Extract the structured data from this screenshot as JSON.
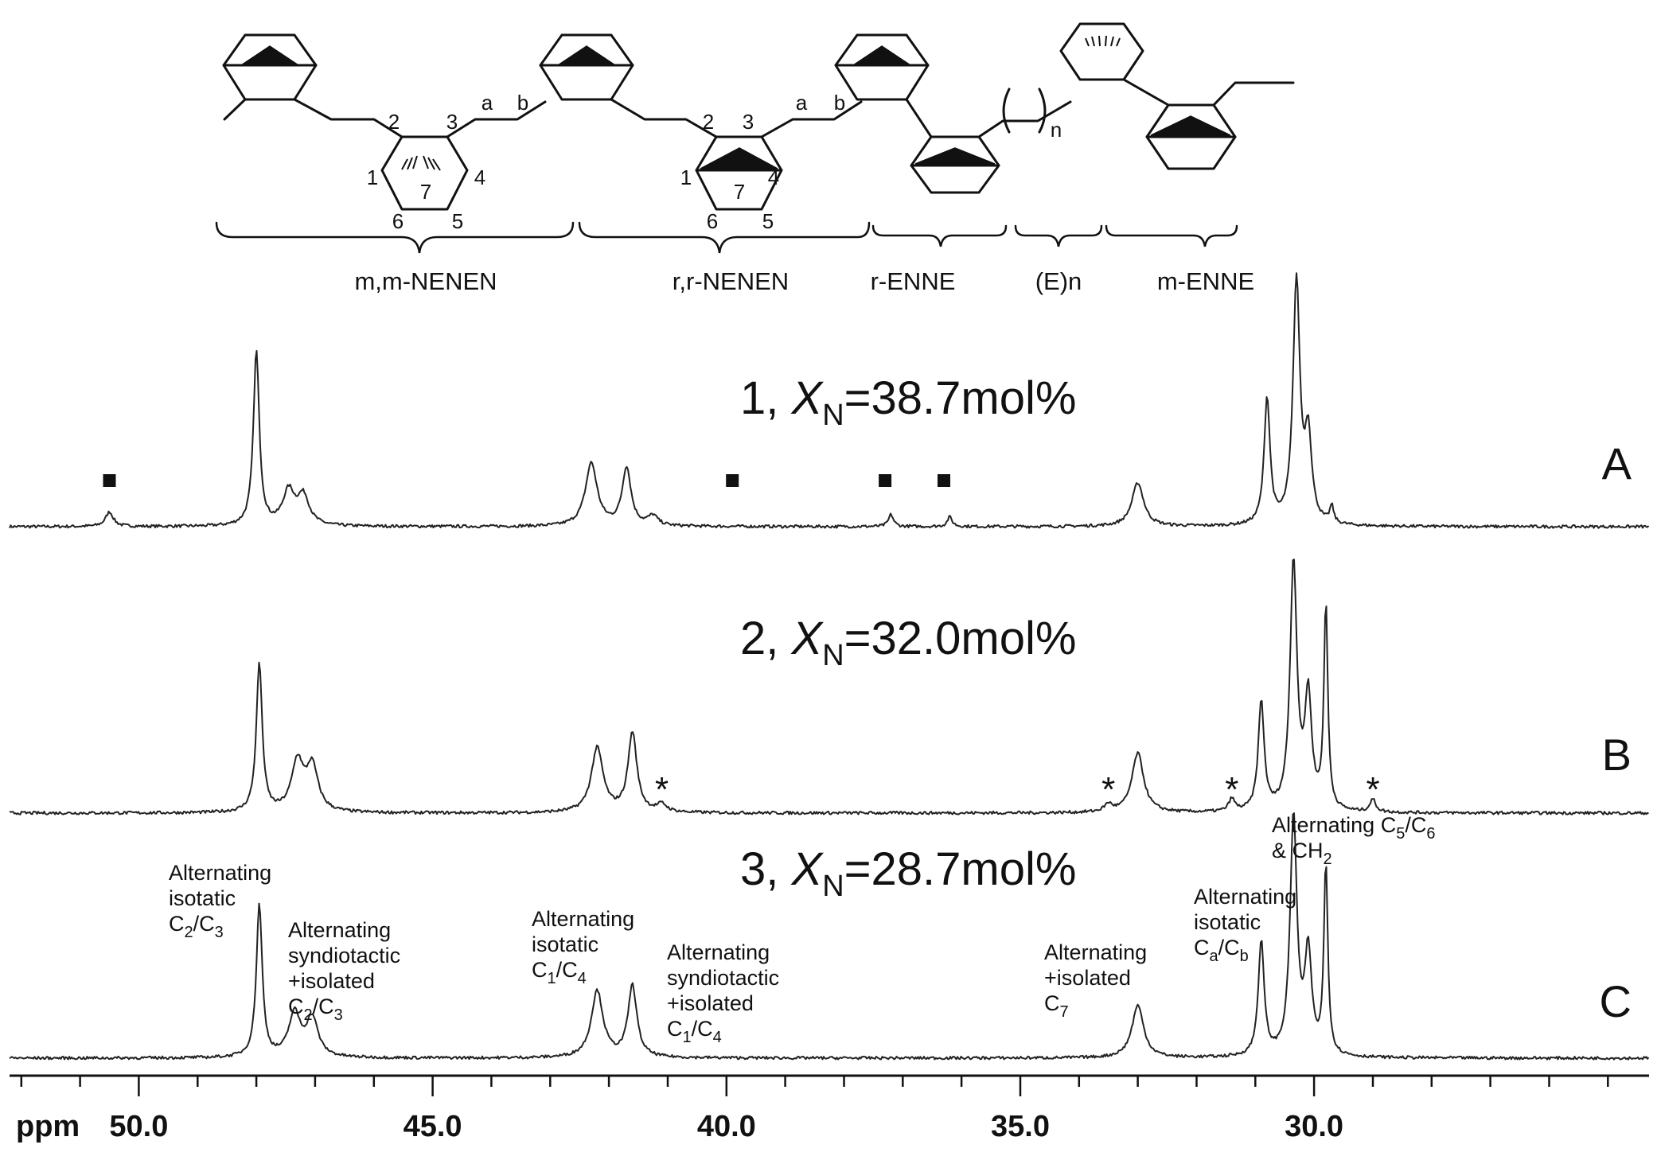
{
  "chart_data": {
    "type": "line",
    "x_axis": {
      "label": "ppm",
      "direction": "reversed",
      "range": [
        52.2,
        24.3
      ],
      "ticks": [
        50.0,
        45.0,
        40.0,
        35.0,
        30.0
      ],
      "tick_labels": [
        "50.0",
        "45.0",
        "40.0",
        "35.0",
        "30.0"
      ],
      "minor_step": 1.0
    },
    "grid": false,
    "legend": "none",
    "structure": {
      "segments": [
        "m,m-NENEN",
        "r,r-NENEN",
        "r-ENNE",
        "(E)n",
        "m-ENNE"
      ],
      "carbon_numbers": [
        "1",
        "2",
        "3",
        "4",
        "5",
        "6",
        "7"
      ],
      "bridge_labels": [
        "a",
        "b"
      ],
      "repeat_label": "n"
    },
    "series": [
      {
        "name": "A",
        "sample": "1",
        "variable": "X",
        "subscript": "N",
        "value_text": "=38.7mol%",
        "peaks": [
          {
            "ppm": 50.5,
            "height": 0.06,
            "width": 0.08
          },
          {
            "ppm": 48.0,
            "height": 0.72,
            "width": 0.06
          },
          {
            "ppm": 47.45,
            "height": 0.14,
            "width": 0.12
          },
          {
            "ppm": 47.2,
            "height": 0.12,
            "width": 0.12
          },
          {
            "ppm": 42.3,
            "height": 0.26,
            "width": 0.12
          },
          {
            "ppm": 41.7,
            "height": 0.24,
            "width": 0.09
          },
          {
            "ppm": 41.25,
            "height": 0.04,
            "width": 0.1
          },
          {
            "ppm": 37.2,
            "height": 0.05,
            "width": 0.05
          },
          {
            "ppm": 36.2,
            "height": 0.04,
            "width": 0.05
          },
          {
            "ppm": 33.0,
            "height": 0.18,
            "width": 0.12
          },
          {
            "ppm": 30.8,
            "height": 0.52,
            "width": 0.06
          },
          {
            "ppm": 30.3,
            "height": 1.0,
            "width": 0.07
          },
          {
            "ppm": 30.1,
            "height": 0.35,
            "width": 0.07
          },
          {
            "ppm": 29.7,
            "height": 0.07,
            "width": 0.04
          }
        ],
        "markers": [
          {
            "ppm": 50.5,
            "symbol": "square"
          },
          {
            "ppm": 39.9,
            "symbol": "square"
          },
          {
            "ppm": 37.3,
            "symbol": "square"
          },
          {
            "ppm": 36.3,
            "symbol": "square"
          }
        ]
      },
      {
        "name": "B",
        "sample": "2",
        "variable": "X",
        "subscript": "N",
        "value_text": "=32.0mol%",
        "peaks": [
          {
            "ppm": 47.95,
            "height": 0.6,
            "width": 0.06
          },
          {
            "ppm": 47.3,
            "height": 0.2,
            "width": 0.12
          },
          {
            "ppm": 47.05,
            "height": 0.18,
            "width": 0.12
          },
          {
            "ppm": 42.2,
            "height": 0.26,
            "width": 0.12
          },
          {
            "ppm": 41.6,
            "height": 0.32,
            "width": 0.09
          },
          {
            "ppm": 41.1,
            "height": 0.03,
            "width": 0.1
          },
          {
            "ppm": 33.5,
            "height": 0.03,
            "width": 0.08
          },
          {
            "ppm": 33.0,
            "height": 0.24,
            "width": 0.12
          },
          {
            "ppm": 31.4,
            "height": 0.05,
            "width": 0.06
          },
          {
            "ppm": 30.9,
            "height": 0.44,
            "width": 0.06
          },
          {
            "ppm": 30.35,
            "height": 1.0,
            "width": 0.07
          },
          {
            "ppm": 30.1,
            "height": 0.45,
            "width": 0.07
          },
          {
            "ppm": 29.8,
            "height": 0.82,
            "width": 0.04
          },
          {
            "ppm": 29.0,
            "height": 0.05,
            "width": 0.06
          }
        ],
        "markers": [
          {
            "ppm": 41.1,
            "symbol": "asterisk"
          },
          {
            "ppm": 33.5,
            "symbol": "asterisk"
          },
          {
            "ppm": 31.4,
            "symbol": "asterisk"
          },
          {
            "ppm": 29.0,
            "symbol": "asterisk"
          }
        ]
      },
      {
        "name": "C",
        "sample": "3",
        "variable": "X",
        "subscript": "N",
        "value_text": "=28.7mol%",
        "peaks": [
          {
            "ppm": 47.95,
            "height": 0.64,
            "width": 0.06
          },
          {
            "ppm": 47.35,
            "height": 0.18,
            "width": 0.12
          },
          {
            "ppm": 47.05,
            "height": 0.16,
            "width": 0.12
          },
          {
            "ppm": 42.2,
            "height": 0.28,
            "width": 0.12
          },
          {
            "ppm": 41.6,
            "height": 0.3,
            "width": 0.09
          },
          {
            "ppm": 33.0,
            "height": 0.22,
            "width": 0.12
          },
          {
            "ppm": 30.9,
            "height": 0.48,
            "width": 0.06
          },
          {
            "ppm": 30.35,
            "height": 1.0,
            "width": 0.07
          },
          {
            "ppm": 30.1,
            "height": 0.42,
            "width": 0.07
          },
          {
            "ppm": 29.8,
            "height": 0.8,
            "width": 0.04
          }
        ],
        "markers": []
      }
    ],
    "annotations": [
      {
        "ppm": 47.95,
        "lines": [
          "Alternating",
          "isotatic",
          "C2/C3"
        ],
        "subscripts": [
          "2",
          "3"
        ]
      },
      {
        "ppm": 47.2,
        "lines": [
          "Alternating",
          "syndiotactic",
          "+isolated",
          "C2/C3"
        ],
        "subscripts": [
          "2",
          "3"
        ]
      },
      {
        "ppm": 42.2,
        "lines": [
          "Alternating",
          "isotatic",
          "C1/C4"
        ],
        "subscripts": [
          "1",
          "4"
        ]
      },
      {
        "ppm": 41.6,
        "lines": [
          "Alternating",
          "syndiotactic",
          "+isolated",
          "C1/C4"
        ],
        "subscripts": [
          "1",
          "4"
        ]
      },
      {
        "ppm": 33.0,
        "lines": [
          "Alternating",
          "+isolated",
          "C7"
        ],
        "subscripts": [
          "7"
        ]
      },
      {
        "ppm": 30.9,
        "lines": [
          "Alternating",
          "isotatic",
          "Ca/Cb"
        ],
        "subscripts": [
          "a",
          "b"
        ]
      },
      {
        "ppm": 30.35,
        "lines": [
          "Alternating C5/C6",
          "& CH2"
        ],
        "subscripts": [
          "5",
          "6",
          "2"
        ]
      }
    ]
  }
}
